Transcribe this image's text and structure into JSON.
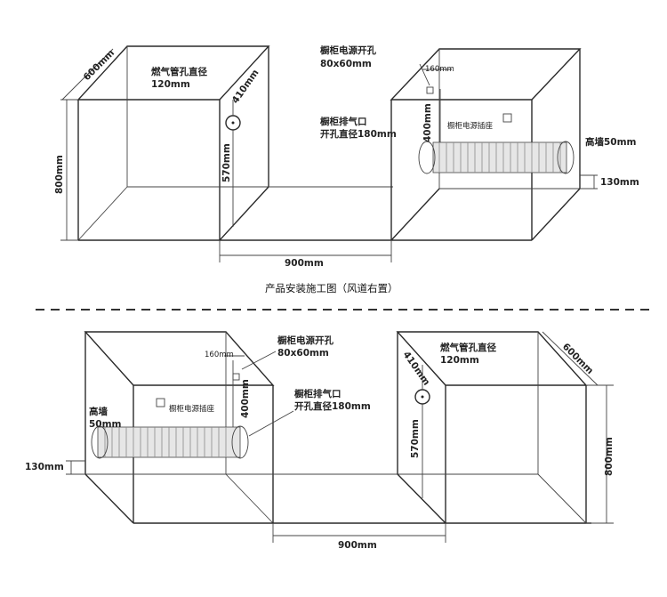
{
  "top": {
    "left_cabinet": {
      "depth": "600mm",
      "height": "800mm",
      "gas_hole_title": "燃气管孔直径",
      "gas_hole_value": "120mm",
      "offset_top": "410mm",
      "offset_bottom": "570mm"
    },
    "right_cabinet": {
      "power_title": "橱柜电源开孔",
      "power_value": "80x60mm",
      "side_offset": "160mm",
      "vent_title": "橱柜排气口",
      "vent_value": "开孔直径180mm",
      "vent_height": "400mm",
      "socket_label": "橱柜电源插座",
      "wall_label": "高墙50mm",
      "floor_offset": "130mm"
    },
    "gap": "900mm",
    "caption": "产品安装施工图（风道右置）"
  },
  "bottom": {
    "left_cabinet": {
      "side_offset": "160mm",
      "power_title": "橱柜电源开孔",
      "power_value": "80x60mm",
      "vent_title": "橱柜排气口",
      "vent_value": "开孔直径180mm",
      "vent_height": "400mm",
      "socket_label": "橱柜电源插座",
      "wall_label_1": "高墙",
      "wall_label_2": "50mm",
      "floor_offset": "130mm"
    },
    "right_cabinet": {
      "gas_hole_title": "燃气管孔直径",
      "gas_hole_value": "120mm",
      "offset_top": "410mm",
      "offset_bottom": "570mm",
      "depth": "600mm",
      "height": "800mm"
    },
    "gap": "900mm"
  }
}
